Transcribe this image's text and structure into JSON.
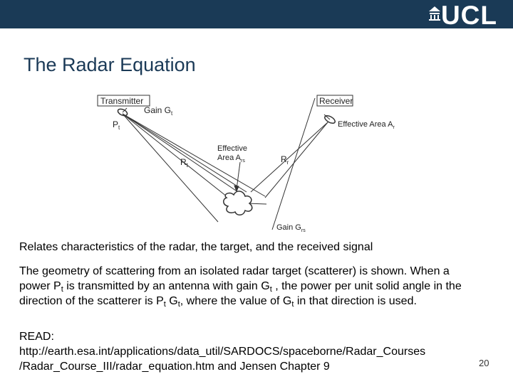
{
  "logo": {
    "text": "UCL"
  },
  "slide": {
    "title": "The Radar Equation",
    "number": "20"
  },
  "diagram": {
    "transmitter_label": "Transmitter",
    "receiver_label": "Receiver",
    "gain_tx_label": "Gain G",
    "gain_tx_sub": "t",
    "pt_label": "P",
    "pt_sub": "t",
    "rt_label": "R",
    "rt_sub": "t",
    "rr_label": "R",
    "rr_sub": "r",
    "effective_area_rx_label": "Effective Area A",
    "effective_area_rx_sub": "r",
    "effective_area_target_line1": "Effective",
    "effective_area_target_line2": "Area A",
    "effective_area_target_sub": "rs",
    "gain_target_label": "Gain G",
    "gain_target_sub": "rs"
  },
  "body": {
    "p1": "Relates characteristics of the radar, the target, and the received signal",
    "p2": {
      "a": "The geometry of scattering from an isolated radar target (scatterer) is shown. When a power P",
      "a_sub": "t",
      "b": " is transmitted by an antenna with gain G",
      "b_sub": "t",
      "c": " , the power per unit solid angle in the direction of the scatterer is P",
      "c_sub": "t",
      "d": " G",
      "d_sub": "t",
      "e": ", where the value of G",
      "e_sub": "t",
      "f": " in that direction is used."
    },
    "p3": {
      "line1": "READ:",
      "line2": "http://earth.esa.int/applications/data_util/SARDOCS/spaceborne/Radar_Courses",
      "line3": "/Radar_Course_III/radar_equation.htm and Jensen Chapter 9"
    }
  },
  "colors": {
    "topbar": "#1a3a56",
    "title": "#1b3a57"
  }
}
